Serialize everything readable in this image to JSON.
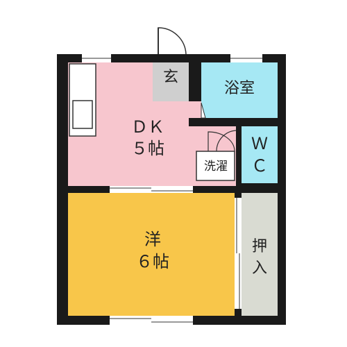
{
  "colors": {
    "dk": "#F7C6CE",
    "bath": "#A6E8F4",
    "wc": "#A6E8F4",
    "western": "#F8C64A",
    "closet": "#D9DBD2",
    "entrance": "#CFCFCF",
    "washer": "#FFFFFF",
    "wall": "#1A1A1A"
  },
  "rooms": {
    "dk": {
      "line1": "ＤＫ",
      "line2": "５帖"
    },
    "bath": {
      "label": "浴室"
    },
    "entrance": {
      "label": "玄"
    },
    "wc": {
      "line1": "Ｗ",
      "line2": "Ｃ"
    },
    "washer": {
      "label": "洗濯"
    },
    "western": {
      "line1": "洋",
      "line2": "６帖"
    },
    "closet": {
      "line1": "押",
      "line2": "入"
    }
  }
}
